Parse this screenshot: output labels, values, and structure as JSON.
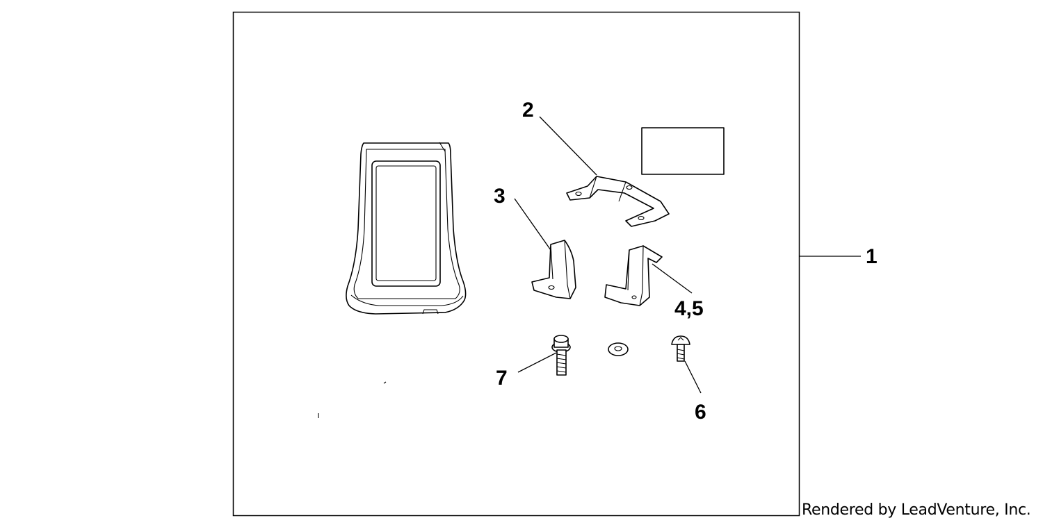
{
  "diagram": {
    "callouts": {
      "c1": "1",
      "c2": "2",
      "c3": "3",
      "c45": "4,5",
      "c6": "6",
      "c7": "7"
    },
    "credit": "Rendered by LeadVenture, Inc."
  }
}
